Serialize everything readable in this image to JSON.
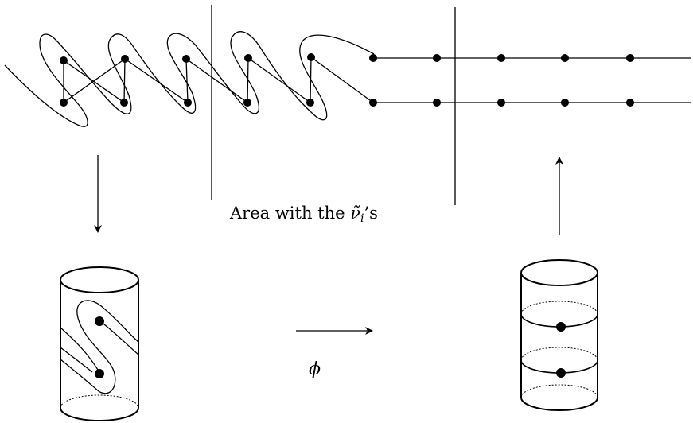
{
  "caption": {
    "prefix": "Area with the ",
    "nu": "ν̃",
    "subscript": "i",
    "suffix": "’s"
  },
  "map_label": "ϕ",
  "colors": {
    "stroke": "#000000",
    "background": "#ffffff"
  }
}
